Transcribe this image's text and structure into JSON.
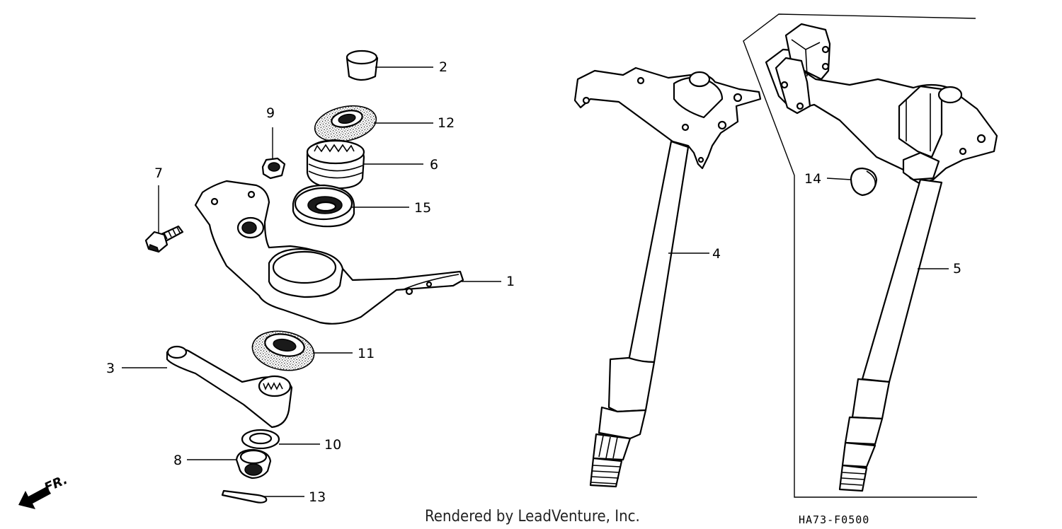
{
  "callouts": [
    {
      "label": "1",
      "part": "steering-bracket"
    },
    {
      "label": "2",
      "part": "collar"
    },
    {
      "label": "3",
      "part": "steering-arm"
    },
    {
      "label": "4",
      "part": "steering-shaft"
    },
    {
      "label": "5",
      "part": "steering-shaft-alt"
    },
    {
      "label": "6",
      "part": "splined-nut"
    },
    {
      "label": "7",
      "part": "flange-bolt"
    },
    {
      "label": "8",
      "part": "castle-nut"
    },
    {
      "label": "9",
      "part": "nut"
    },
    {
      "label": "10",
      "part": "washer"
    },
    {
      "label": "11",
      "part": "lower-bearing"
    },
    {
      "label": "12",
      "part": "upper-bearing"
    },
    {
      "label": "13",
      "part": "cotter-pin"
    },
    {
      "label": "14",
      "part": "cap"
    },
    {
      "label": "15",
      "part": "oil-seal"
    }
  ],
  "front_marker": "FR.",
  "credit": "Rendered by LeadVenture, Inc.",
  "diagram_code": "HA73-F0500"
}
